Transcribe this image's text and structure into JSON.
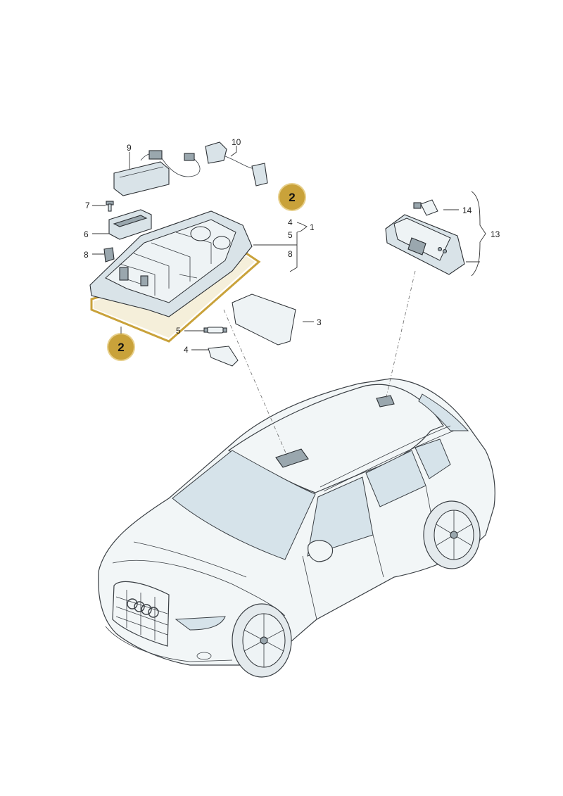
{
  "callouts": {
    "n1": "1",
    "n3": "3",
    "n4a": "4",
    "n4b": "4",
    "n5a": "5",
    "n5b": "5",
    "n6": "6",
    "n7": "7",
    "n8a": "8",
    "n8b": "8",
    "n9": "9",
    "n10": "10",
    "n13": "13",
    "n14": "14"
  },
  "badges": {
    "top": "2",
    "bottom": "2"
  },
  "colors": {
    "badge": "#c9a23a",
    "badge_ring": "#e7cf8a",
    "highlight": "#c9a23a"
  }
}
